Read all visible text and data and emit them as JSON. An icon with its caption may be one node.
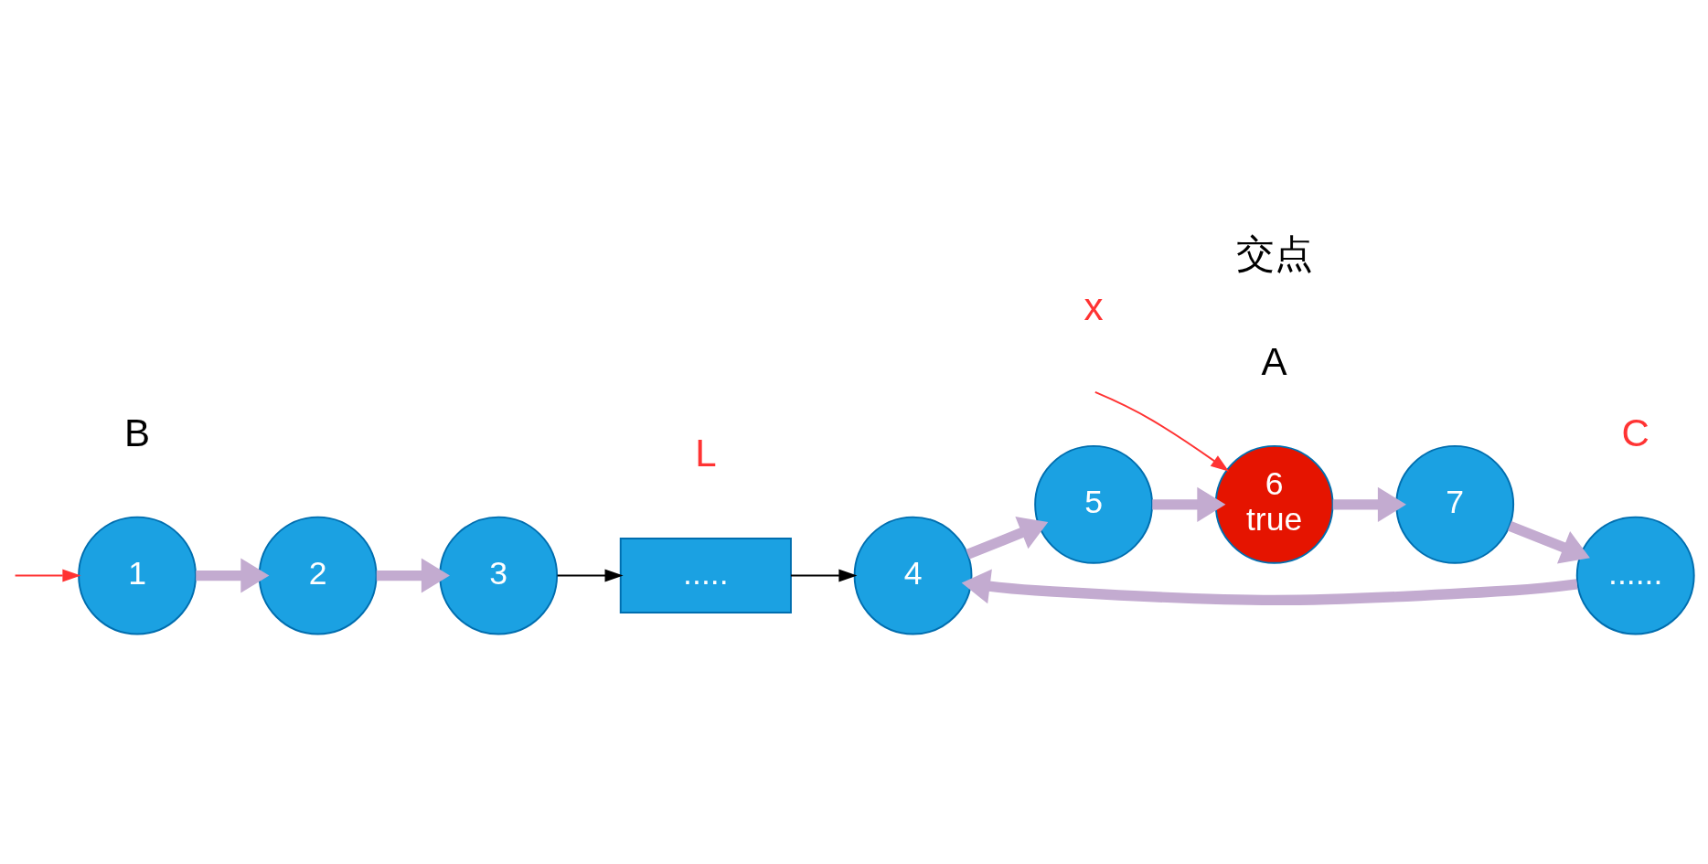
{
  "diagram": {
    "nodes": [
      {
        "text": [
          "1"
        ]
      },
      {
        "text": [
          "2"
        ]
      },
      {
        "text": [
          "3"
        ]
      },
      {
        "text": [
          "....."
        ]
      },
      {
        "text": [
          "4"
        ]
      },
      {
        "text": [
          "5"
        ]
      },
      {
        "text": [
          "6",
          "true"
        ]
      },
      {
        "text": [
          "7"
        ]
      },
      {
        "text": [
          "......"
        ]
      }
    ],
    "edges": [
      {
        "from": 0,
        "to": 1,
        "arrow": "to"
      },
      {
        "from": 1,
        "to": 2,
        "arrow": "to"
      },
      {
        "from": 2,
        "to": 3,
        "arrow": "to",
        "color": "#000000"
      },
      {
        "from": 3,
        "to": 4,
        "arrow": "to",
        "color": "#000000"
      },
      {
        "from": 4,
        "to": 5,
        "arrow": "to"
      },
      {
        "from": 5,
        "to": 6,
        "arrow": "to"
      },
      {
        "from": 6,
        "to": 7,
        "arrow": "to"
      },
      {
        "from": 7,
        "to": 8,
        "arrow": "to"
      },
      {
        "from": 8,
        "to": 4,
        "arrow": "to"
      },
      {
        "from": null,
        "to": 0,
        "arrow": "to",
        "color": "#ff3333"
      },
      {
        "from": null,
        "to": 6,
        "arrow": "to",
        "color": "#ff3333"
      }
    ],
    "labels": [
      "x",
      "B",
      "A",
      "交点",
      "L",
      "C"
    ]
  }
}
